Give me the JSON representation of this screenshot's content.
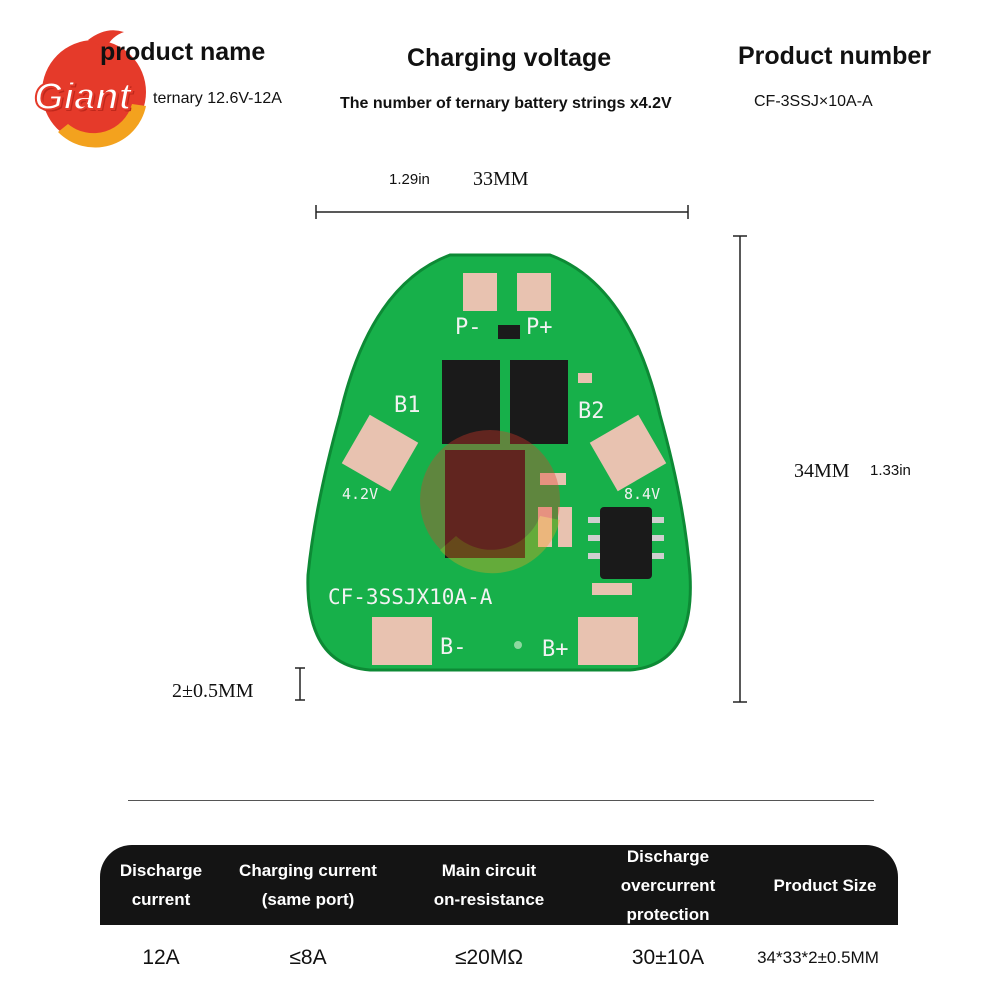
{
  "brand": {
    "logo_text": "Giant",
    "colors": {
      "red": "#e53a2a",
      "orange": "#f3a21e",
      "pcb_green": "#17b04a",
      "pad": "#e8c2b0"
    }
  },
  "header": {
    "product_name": {
      "title": "product name",
      "value": "ternary 12.6V-12A"
    },
    "charging_voltage": {
      "title": "Charging voltage",
      "value": "The number of ternary battery strings x4.2V"
    },
    "product_number": {
      "title": "Product number",
      "value": "CF-3SSJ×10A-A"
    }
  },
  "dimensions": {
    "width_in": "1.29in",
    "width_mm": "33MM",
    "height_mm": "34MM",
    "height_in": "1.33in",
    "thickness": "2±0.5MM"
  },
  "board": {
    "labels": {
      "p_minus": "P-",
      "p_plus": "P+",
      "b1": "B1",
      "b2": "B2",
      "v42": "4.2V",
      "v84": "8.4V",
      "model": "CF-3SSJX10A-A",
      "b_minus": "B-",
      "b_plus": "B+"
    }
  },
  "specs": {
    "headers": [
      {
        "line1": "Discharge",
        "line2": "current"
      },
      {
        "line1": "Charging current",
        "line2": "(same port)"
      },
      {
        "line1": "Main circuit",
        "line2": "on-resistance"
      },
      {
        "line1": "Discharge overcurrent",
        "line2": "protection"
      },
      {
        "line1": "Product Size",
        "line2": ""
      }
    ],
    "values": [
      "12A",
      "≤8A",
      "≤20MΩ",
      "30±10A",
      "34*33*2±0.5MM"
    ]
  }
}
